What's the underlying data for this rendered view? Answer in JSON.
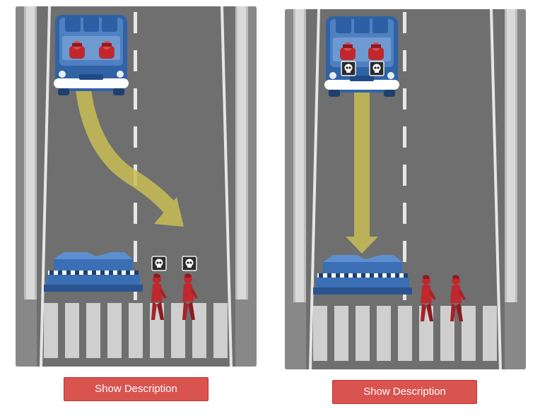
{
  "scenarios": [
    {
      "id": "left",
      "button_label": "Show Description",
      "car_action": "swerve",
      "passengers": 2,
      "passengers_die": false,
      "pedestrians": 2,
      "pedestrians_die": true,
      "icons": [
        "car-icon",
        "passenger-icon",
        "pedestrian-icon",
        "skull-icon",
        "barrier-icon",
        "arrow-icon"
      ]
    },
    {
      "id": "right",
      "button_label": "Show Description",
      "car_action": "stay",
      "passengers": 2,
      "passengers_die": true,
      "pedestrians": 2,
      "pedestrians_die": false,
      "icons": [
        "car-icon",
        "passenger-icon",
        "pedestrian-icon",
        "skull-icon",
        "barrier-icon",
        "arrow-icon"
      ]
    }
  ],
  "colors": {
    "road": "#6f6f6f",
    "arrow": "#c9bd55",
    "car": "#2f63a6",
    "person": "#c0282e",
    "button": "#d9534f"
  }
}
